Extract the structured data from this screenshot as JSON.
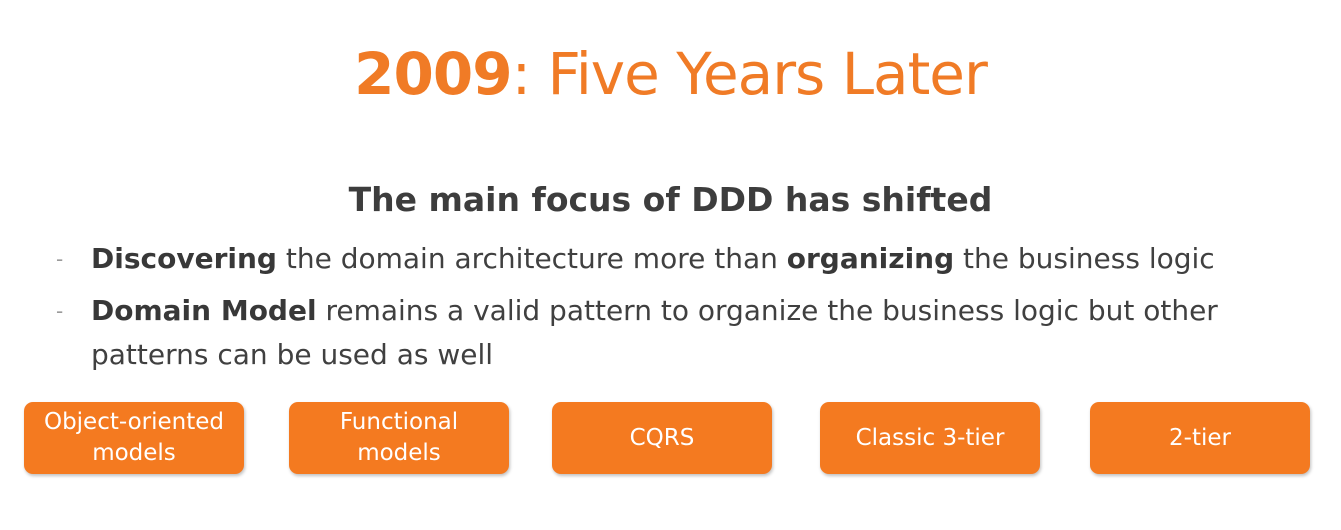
{
  "slide": {
    "title_year": "2009",
    "title_rest": ": Five Years Later",
    "subtitle": "The main focus of DDD has shifted",
    "bullets": [
      {
        "dash": "-",
        "bold1": "Discovering",
        "text1": " the domain architecture more than ",
        "bold2": "organizing",
        "text2": " the business logic"
      },
      {
        "dash": "-",
        "bold1": "Domain Model",
        "text1": " remains a valid pattern to organize the business logic but other patterns can be used as well"
      }
    ],
    "boxes": [
      {
        "label": "Object-oriented models"
      },
      {
        "label": "Functional models"
      },
      {
        "label": "CQRS"
      },
      {
        "label": "Classic 3-tier"
      },
      {
        "label": "2-tier"
      }
    ],
    "colors": {
      "accent": "#f07b26",
      "box_fill": "#f47a20",
      "text": "#404040"
    }
  }
}
